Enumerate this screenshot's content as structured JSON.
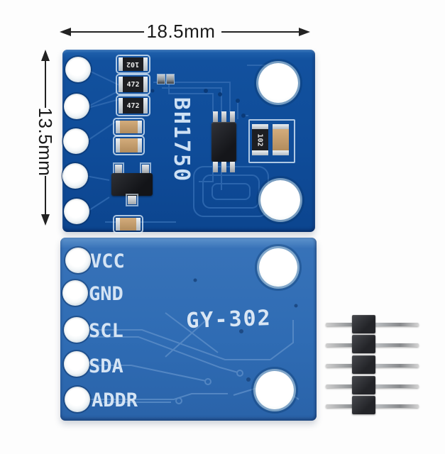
{
  "annotations": {
    "width_label": "18.5mm",
    "height_label": "13.5mm"
  },
  "front_board": {
    "silkscreen_label": "BH1750",
    "resistor_top": "102",
    "resistor_mid": "472",
    "resistor_bottom": "472",
    "resistor_right": "102"
  },
  "back_board": {
    "silkscreen_label": "GY-302",
    "pin_labels": [
      "VCC",
      "GND",
      "SCL",
      "SDA",
      "ADDR"
    ]
  },
  "colors": {
    "front_pcb": "#0f4c99",
    "back_pcb": "#2f6cb4",
    "trace_front": "#2f69b0",
    "trace_back": "#5a8cc7",
    "silkscreen": "#d5e4f4",
    "annotation": "#1a1a1a"
  }
}
